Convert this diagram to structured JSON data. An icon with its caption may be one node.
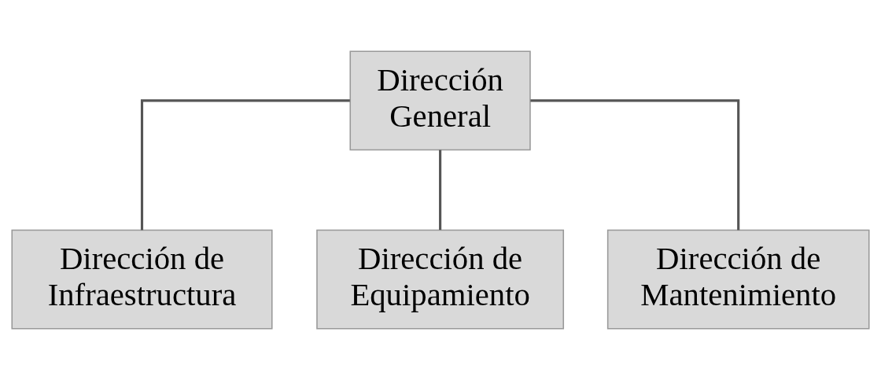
{
  "diagram": {
    "nodes": [
      {
        "text": [
          "Dirección General"
        ]
      },
      {
        "text": [
          "Dirección de Infraestructura"
        ]
      },
      {
        "text": [
          "Dirección de Equipamiento"
        ]
      },
      {
        "text": [
          "Dirección de Mantenimiento"
        ]
      }
    ],
    "edges": [
      {
        "from": 0,
        "to": 1,
        "arrow": "none"
      },
      {
        "from": 0,
        "to": 2,
        "arrow": "none"
      },
      {
        "from": 0,
        "to": 3,
        "arrow": "none"
      }
    ]
  }
}
